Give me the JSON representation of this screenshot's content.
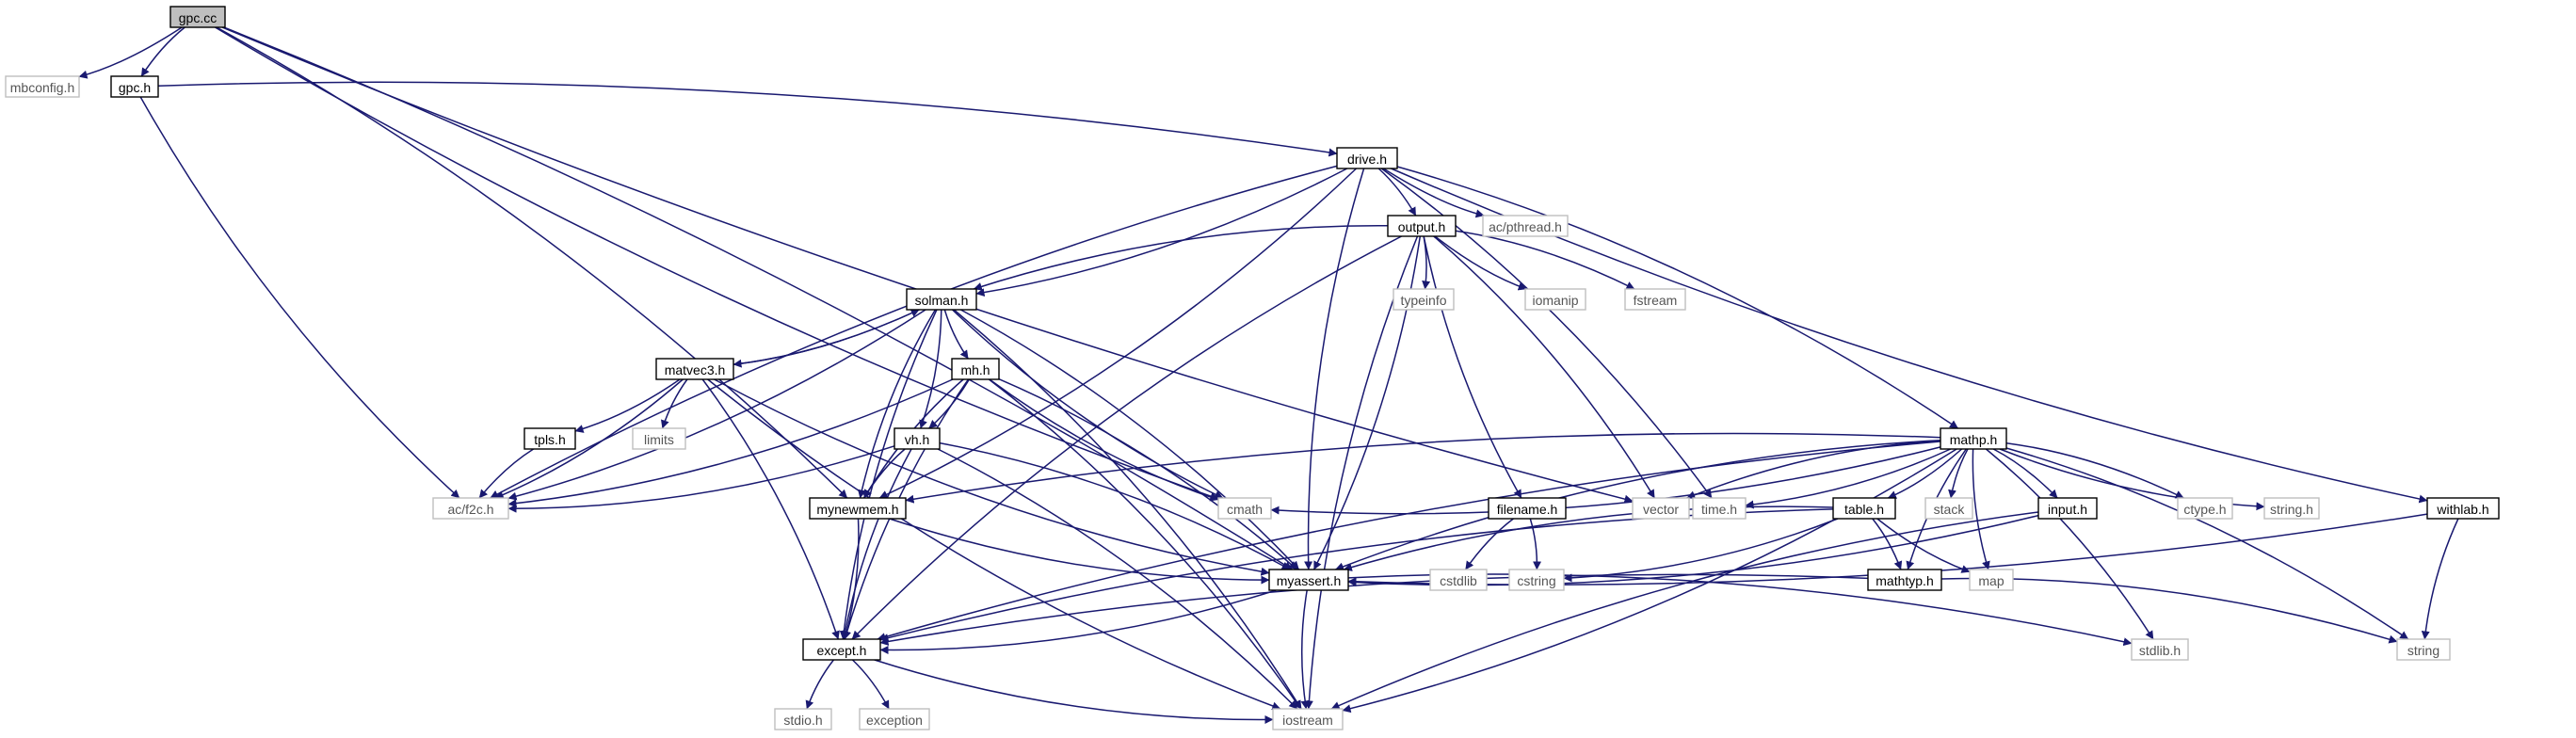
{
  "diagram": {
    "colors": {
      "edge": "#191970",
      "node_border": "#000000",
      "external_border": "#bfbfbf",
      "root_fill": "#bfbfbf",
      "node_fill": "#ffffff",
      "node_text": "#000000",
      "external_text": "#555555"
    },
    "nodes": [
      {
        "id": "gpc_cc",
        "label": "gpc.cc",
        "kind": "root"
      },
      {
        "id": "mbconfig_h",
        "label": "mbconfig.h",
        "kind": "external"
      },
      {
        "id": "gpc_h",
        "label": "gpc.h",
        "kind": "internal"
      },
      {
        "id": "drive_h",
        "label": "drive.h",
        "kind": "internal"
      },
      {
        "id": "output_h",
        "label": "output.h",
        "kind": "internal"
      },
      {
        "id": "ac_pthread_h",
        "label": "ac/pthread.h",
        "kind": "external"
      },
      {
        "id": "solman_h",
        "label": "solman.h",
        "kind": "internal"
      },
      {
        "id": "typeinfo",
        "label": "typeinfo",
        "kind": "external"
      },
      {
        "id": "iomanip",
        "label": "iomanip",
        "kind": "external"
      },
      {
        "id": "fstream",
        "label": "fstream",
        "kind": "external"
      },
      {
        "id": "matvec3_h",
        "label": "matvec3.h",
        "kind": "internal"
      },
      {
        "id": "mh_h",
        "label": "mh.h",
        "kind": "internal"
      },
      {
        "id": "tpls_h",
        "label": "tpls.h",
        "kind": "internal"
      },
      {
        "id": "limits",
        "label": "limits",
        "kind": "external"
      },
      {
        "id": "vh_h",
        "label": "vh.h",
        "kind": "internal"
      },
      {
        "id": "ac_f2c_h",
        "label": "ac/f2c.h",
        "kind": "external"
      },
      {
        "id": "mynewmem_h",
        "label": "mynewmem.h",
        "kind": "internal"
      },
      {
        "id": "cmath",
        "label": "cmath",
        "kind": "external"
      },
      {
        "id": "filename_h",
        "label": "filename.h",
        "kind": "internal"
      },
      {
        "id": "vector",
        "label": "vector",
        "kind": "external"
      },
      {
        "id": "time_h",
        "label": "time.h",
        "kind": "external"
      },
      {
        "id": "mathp_h",
        "label": "mathp.h",
        "kind": "internal"
      },
      {
        "id": "table_h",
        "label": "table.h",
        "kind": "internal"
      },
      {
        "id": "stack",
        "label": "stack",
        "kind": "external"
      },
      {
        "id": "input_h",
        "label": "input.h",
        "kind": "internal"
      },
      {
        "id": "ctype_h",
        "label": "ctype.h",
        "kind": "external"
      },
      {
        "id": "string_h",
        "label": "string.h",
        "kind": "external"
      },
      {
        "id": "withlab_h",
        "label": "withlab.h",
        "kind": "internal"
      },
      {
        "id": "myassert_h",
        "label": "myassert.h",
        "kind": "internal"
      },
      {
        "id": "cstdlib",
        "label": "cstdlib",
        "kind": "external"
      },
      {
        "id": "cstring",
        "label": "cstring",
        "kind": "external"
      },
      {
        "id": "map",
        "label": "map",
        "kind": "external"
      },
      {
        "id": "mathtyp_h",
        "label": "mathtyp.h",
        "kind": "internal"
      },
      {
        "id": "except_h",
        "label": "except.h",
        "kind": "internal"
      },
      {
        "id": "stdlib_h",
        "label": "stdlib.h",
        "kind": "external"
      },
      {
        "id": "string",
        "label": "string",
        "kind": "external"
      },
      {
        "id": "stdio_h",
        "label": "stdio.h",
        "kind": "external"
      },
      {
        "id": "exception",
        "label": "exception",
        "kind": "external"
      },
      {
        "id": "iostream",
        "label": "iostream",
        "kind": "external"
      }
    ],
    "edges": [
      [
        "gpc_cc",
        "mbconfig_h"
      ],
      [
        "gpc_cc",
        "gpc_h"
      ],
      [
        "gpc_cc",
        "mynewmem_h"
      ],
      [
        "gpc_cc",
        "cmath"
      ],
      [
        "gpc_cc",
        "myassert_h"
      ],
      [
        "gpc_cc",
        "vector"
      ],
      [
        "gpc_h",
        "drive_h"
      ],
      [
        "gpc_h",
        "ac_f2c_h"
      ],
      [
        "drive_h",
        "output_h"
      ],
      [
        "drive_h",
        "ac_pthread_h"
      ],
      [
        "drive_h",
        "solman_h"
      ],
      [
        "drive_h",
        "ac_f2c_h"
      ],
      [
        "drive_h",
        "mynewmem_h"
      ],
      [
        "drive_h",
        "myassert_h"
      ],
      [
        "drive_h",
        "mathp_h"
      ],
      [
        "drive_h",
        "withlab_h"
      ],
      [
        "drive_h",
        "time_h"
      ],
      [
        "output_h",
        "solman_h"
      ],
      [
        "output_h",
        "typeinfo"
      ],
      [
        "output_h",
        "iomanip"
      ],
      [
        "output_h",
        "fstream"
      ],
      [
        "output_h",
        "filename_h"
      ],
      [
        "output_h",
        "vector"
      ],
      [
        "output_h",
        "iostream"
      ],
      [
        "output_h",
        "myassert_h"
      ],
      [
        "output_h",
        "except_h"
      ],
      [
        "solman_h",
        "matvec3_h"
      ],
      [
        "solman_h",
        "mh_h"
      ],
      [
        "solman_h",
        "vh_h"
      ],
      [
        "solman_h",
        "mynewmem_h"
      ],
      [
        "solman_h",
        "ac_f2c_h"
      ],
      [
        "solman_h",
        "cmath"
      ],
      [
        "solman_h",
        "myassert_h"
      ],
      [
        "solman_h",
        "except_h"
      ],
      [
        "solman_h",
        "iostream"
      ],
      [
        "matvec3_h",
        "solman_h"
      ],
      [
        "matvec3_h",
        "tpls_h"
      ],
      [
        "matvec3_h",
        "limits"
      ],
      [
        "matvec3_h",
        "ac_f2c_h"
      ],
      [
        "matvec3_h",
        "myassert_h"
      ],
      [
        "matvec3_h",
        "except_h"
      ],
      [
        "matvec3_h",
        "iostream"
      ],
      [
        "mh_h",
        "vh_h"
      ],
      [
        "mh_h",
        "mynewmem_h"
      ],
      [
        "mh_h",
        "ac_f2c_h"
      ],
      [
        "mh_h",
        "cmath"
      ],
      [
        "mh_h",
        "myassert_h"
      ],
      [
        "mh_h",
        "except_h"
      ],
      [
        "mh_h",
        "iostream"
      ],
      [
        "tpls_h",
        "ac_f2c_h"
      ],
      [
        "vh_h",
        "ac_f2c_h"
      ],
      [
        "vh_h",
        "mynewmem_h"
      ],
      [
        "vh_h",
        "myassert_h"
      ],
      [
        "vh_h",
        "except_h"
      ],
      [
        "vh_h",
        "iostream"
      ],
      [
        "mynewmem_h",
        "myassert_h"
      ],
      [
        "mynewmem_h",
        "except_h"
      ],
      [
        "filename_h",
        "cstdlib"
      ],
      [
        "filename_h",
        "cstring"
      ],
      [
        "mathp_h",
        "mynewmem_h"
      ],
      [
        "mathp_h",
        "cmath"
      ],
      [
        "mathp_h",
        "vector"
      ],
      [
        "mathp_h",
        "time_h"
      ],
      [
        "mathp_h",
        "myassert_h"
      ],
      [
        "mathp_h",
        "table_h"
      ],
      [
        "mathp_h",
        "stack"
      ],
      [
        "mathp_h",
        "input_h"
      ],
      [
        "mathp_h",
        "map"
      ],
      [
        "mathp_h",
        "ctype_h"
      ],
      [
        "mathp_h",
        "string_h"
      ],
      [
        "mathp_h",
        "string"
      ],
      [
        "mathp_h",
        "mathtyp_h"
      ],
      [
        "mathp_h",
        "stdlib_h"
      ],
      [
        "mathp_h",
        "except_h"
      ],
      [
        "mathp_h",
        "iostream"
      ],
      [
        "table_h",
        "myassert_h"
      ],
      [
        "table_h",
        "mathtyp_h"
      ],
      [
        "table_h",
        "map"
      ],
      [
        "table_h",
        "cstring"
      ],
      [
        "table_h",
        "except_h"
      ],
      [
        "input_h",
        "myassert_h"
      ],
      [
        "input_h",
        "iostream"
      ],
      [
        "withlab_h",
        "myassert_h"
      ],
      [
        "withlab_h",
        "string"
      ],
      [
        "myassert_h",
        "except_h"
      ],
      [
        "myassert_h",
        "iostream"
      ],
      [
        "myassert_h",
        "stdlib_h"
      ],
      [
        "mathtyp_h",
        "except_h"
      ],
      [
        "mathtyp_h",
        "string"
      ],
      [
        "except_h",
        "stdio_h"
      ],
      [
        "except_h",
        "exception"
      ],
      [
        "except_h",
        "iostream"
      ]
    ]
  }
}
